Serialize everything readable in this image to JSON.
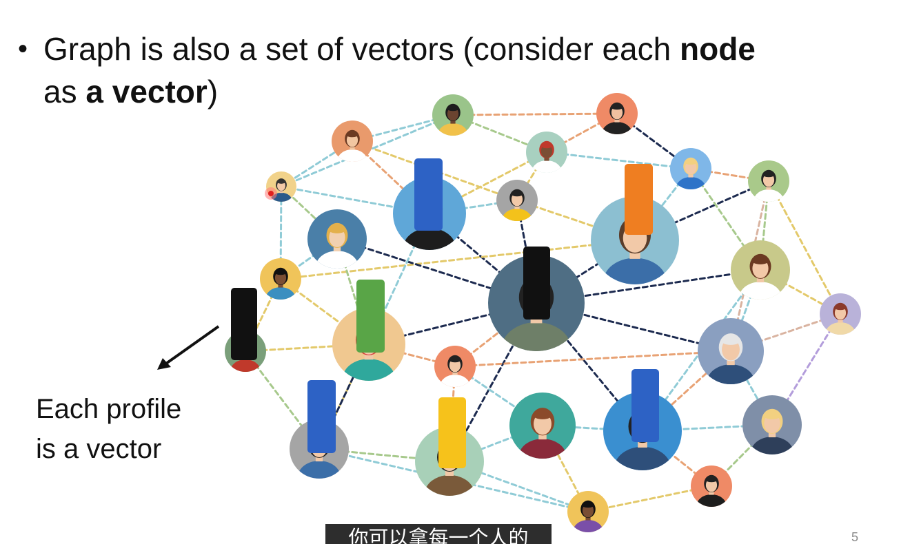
{
  "slide": {
    "bullet": {
      "part1": "Graph is also a set of vectors (consider each ",
      "bold1": "node",
      "part2": "as ",
      "bold2": "a vector",
      "part3": ")"
    },
    "caption": {
      "line1": "Each profile",
      "line2": "is a vector"
    },
    "subtitle": "你可以拿每一个人的",
    "page_number": "5"
  },
  "colors": {
    "edge_palette": [
      "#e8a274",
      "#e3c96a",
      "#8fcbd6",
      "#a7c98c",
      "#1c2a4f",
      "#d9b3a0",
      "#b39ddb"
    ],
    "vector_blue": "#2d62c5",
    "vector_orange": "#ef7e21",
    "vector_black": "#111111",
    "vector_green": "#59a547",
    "vector_yellow": "#f6c21b",
    "pointer": "#111111"
  },
  "nodes": [
    {
      "id": "n1",
      "bg": "#e99a6c",
      "skin": "#f2c6a1",
      "hair": "#6b3a22",
      "shirt": "#ffffff"
    },
    {
      "id": "n2",
      "bg": "#9ac48a",
      "skin": "#6b4430",
      "hair": "#1d1d1d",
      "shirt": "#f1c14a"
    },
    {
      "id": "n3",
      "bg": "#ef8a66",
      "skin": "#f0c0a0",
      "hair": "#222222",
      "shirt": "#222222"
    },
    {
      "id": "n4",
      "bg": "#f1d28a",
      "skin": "#f2c9a8",
      "hair": "#333333",
      "shirt": "#2b5a8a"
    },
    {
      "id": "n5",
      "bg": "#a8d0c0",
      "skin": "#7a4e34",
      "hair": "#c0392b",
      "shirt": "#ffffff"
    },
    {
      "id": "n6",
      "bg": "#5fa7d8",
      "skin": "#f2c9a8",
      "hair": "#222222",
      "shirt": "#1d1d1d"
    },
    {
      "id": "n7",
      "bg": "#a5a5a5",
      "skin": "#f2c9a8",
      "hair": "#222222",
      "shirt": "#f3c21b"
    },
    {
      "id": "n8",
      "bg": "#4a7fa8",
      "skin": "#f2d0b0",
      "hair": "#e3b04b",
      "shirt": "#ffffff"
    },
    {
      "id": "n9",
      "bg": "#7fb7e8",
      "skin": "#f2c9a8",
      "hair": "#f2d080",
      "shirt": "#2e73c8"
    },
    {
      "id": "n10",
      "bg": "#8cbfd1",
      "skin": "#f2c9a8",
      "hair": "#5a3d2b",
      "shirt": "#3b6ea8"
    },
    {
      "id": "n11",
      "bg": "#a9c98a",
      "skin": "#f2c9a8",
      "hair": "#222222",
      "shirt": "#ffffff"
    },
    {
      "id": "n12",
      "bg": "#f0c45a",
      "skin": "#7a4e34",
      "hair": "#111111",
      "shirt": "#3b8fc0"
    },
    {
      "id": "n13",
      "bg": "#4f6e84",
      "skin": "#f2c9a8",
      "hair": "#222222",
      "shirt": "#6e7f68"
    },
    {
      "id": "n14",
      "bg": "#c8c98a",
      "skin": "#f2c9a8",
      "hair": "#6b3a22",
      "shirt": "#ffffff"
    },
    {
      "id": "n15",
      "bg": "#b9b2d9",
      "skin": "#f2c9a8",
      "hair": "#8b3a2b",
      "shirt": "#f0d9a8"
    },
    {
      "id": "n16",
      "bg": "#7a9f7a",
      "skin": "#f2c9a8",
      "hair": "#222222",
      "shirt": "#c0392b"
    },
    {
      "id": "n17",
      "bg": "#f0c890",
      "skin": "#f2c9a8",
      "hair": "#d63a3a",
      "shirt": "#2fa89c"
    },
    {
      "id": "n18",
      "bg": "#ef8a66",
      "skin": "#f2c9a8",
      "hair": "#222222",
      "shirt": "#ffffff"
    },
    {
      "id": "n19",
      "bg": "#8a9fc0",
      "skin": "#f2c9a8",
      "hair": "#e6e6e6",
      "shirt": "#2e4f7a"
    },
    {
      "id": "n20",
      "bg": "#a5a5a5",
      "skin": "#f2c9a8",
      "hair": "#222222",
      "shirt": "#3b6ea8"
    },
    {
      "id": "n21",
      "bg": "#a8d0b8",
      "skin": "#f2c9a8",
      "hair": "#222222",
      "shirt": "#7a5a3a"
    },
    {
      "id": "n22",
      "bg": "#3fa89c",
      "skin": "#f2c9a8",
      "hair": "#8b4a2a",
      "shirt": "#8a2a3a"
    },
    {
      "id": "n23",
      "bg": "#3a8fd0",
      "skin": "#f2c9a8",
      "hair": "#222222",
      "shirt": "#2e4f7a"
    },
    {
      "id": "n24",
      "bg": "#7f8fa8",
      "skin": "#f2c9a8",
      "hair": "#f2d080",
      "shirt": "#2e3f5a"
    },
    {
      "id": "n25",
      "bg": "#ef8a66",
      "skin": "#f2c9a8",
      "hair": "#222222",
      "shirt": "#1d1d1d"
    },
    {
      "id": "n26",
      "bg": "#f0c45a",
      "skin": "#7a4e34",
      "hair": "#111111",
      "shirt": "#7a4fa8"
    }
  ],
  "vectors": [
    {
      "id": "v1",
      "color": "#2d62c5",
      "node": "n6"
    },
    {
      "id": "v2",
      "color": "#ef7e21",
      "node": "n10"
    },
    {
      "id": "v3",
      "color": "#111111",
      "node": "n13"
    },
    {
      "id": "v4",
      "color": "#111111",
      "node": "n16"
    },
    {
      "id": "v5",
      "color": "#59a547",
      "node": "n17"
    },
    {
      "id": "v6",
      "color": "#2d62c5",
      "node": "n20"
    },
    {
      "id": "v7",
      "color": "#f6c21b",
      "node": "n21"
    },
    {
      "id": "v8",
      "color": "#2d62c5",
      "node": "n23"
    }
  ],
  "edges": [
    [
      "n1",
      "n2",
      2
    ],
    [
      "n2",
      "n3",
      0
    ],
    [
      "n2",
      "n5",
      3
    ],
    [
      "n3",
      "n5",
      0
    ],
    [
      "n3",
      "n9",
      4
    ],
    [
      "n1",
      "n6",
      0
    ],
    [
      "n1",
      "n7",
      1
    ],
    [
      "n4",
      "n6",
      2
    ],
    [
      "n4",
      "n8",
      3
    ],
    [
      "n4",
      "n2",
      2
    ],
    [
      "n5",
      "n9",
      2
    ],
    [
      "n5",
      "n7",
      1
    ],
    [
      "n6",
      "n7",
      2
    ],
    [
      "n6",
      "n13",
      4
    ],
    [
      "n7",
      "n13",
      4
    ],
    [
      "n7",
      "n10",
      1
    ],
    [
      "n9",
      "n10",
      2
    ],
    [
      "n9",
      "n11",
      0
    ],
    [
      "n10",
      "n11",
      4
    ],
    [
      "n10",
      "n12",
      1
    ],
    [
      "n10",
      "n13",
      4
    ],
    [
      "n11",
      "n14",
      3
    ],
    [
      "n11",
      "n15",
      1
    ],
    [
      "n8",
      "n13",
      4
    ],
    [
      "n8",
      "n17",
      3
    ],
    [
      "n8",
      "n12",
      2
    ],
    [
      "n12",
      "n17",
      1
    ],
    [
      "n12",
      "n16",
      1
    ],
    [
      "n16",
      "n17",
      1
    ],
    [
      "n16",
      "n20",
      3
    ],
    [
      "n17",
      "n13",
      4
    ],
    [
      "n17",
      "n18",
      0
    ],
    [
      "n17",
      "n20",
      1
    ],
    [
      "n13",
      "n14",
      4
    ],
    [
      "n13",
      "n19",
      4
    ],
    [
      "n13",
      "n18",
      0
    ],
    [
      "n13",
      "n21",
      4
    ],
    [
      "n13",
      "n23",
      4
    ],
    [
      "n14",
      "n19",
      2
    ],
    [
      "n14",
      "n15",
      1
    ],
    [
      "n15",
      "n19",
      5
    ],
    [
      "n15",
      "n24",
      6
    ],
    [
      "n19",
      "n23",
      0
    ],
    [
      "n19",
      "n24",
      2
    ],
    [
      "n18",
      "n21",
      0
    ],
    [
      "n18",
      "n22",
      2
    ],
    [
      "n18",
      "n19",
      0
    ],
    [
      "n20",
      "n21",
      3
    ],
    [
      "n21",
      "n22",
      2
    ],
    [
      "n21",
      "n26",
      2
    ],
    [
      "n22",
      "n23",
      2
    ],
    [
      "n22",
      "n26",
      1
    ],
    [
      "n23",
      "n24",
      2
    ],
    [
      "n23",
      "n25",
      0
    ],
    [
      "n24",
      "n25",
      3
    ],
    [
      "n25",
      "n26",
      1
    ],
    [
      "n26",
      "n20",
      2
    ],
    [
      "n6",
      "n17",
      2
    ],
    [
      "n4",
      "n1",
      2
    ],
    [
      "n9",
      "n14",
      3
    ],
    [
      "n12",
      "n4",
      2
    ],
    [
      "n20",
      "n17",
      4
    ],
    [
      "n11",
      "n19",
      5
    ],
    [
      "n14",
      "n23",
      2
    ],
    [
      "n5",
      "n6",
      1
    ]
  ]
}
